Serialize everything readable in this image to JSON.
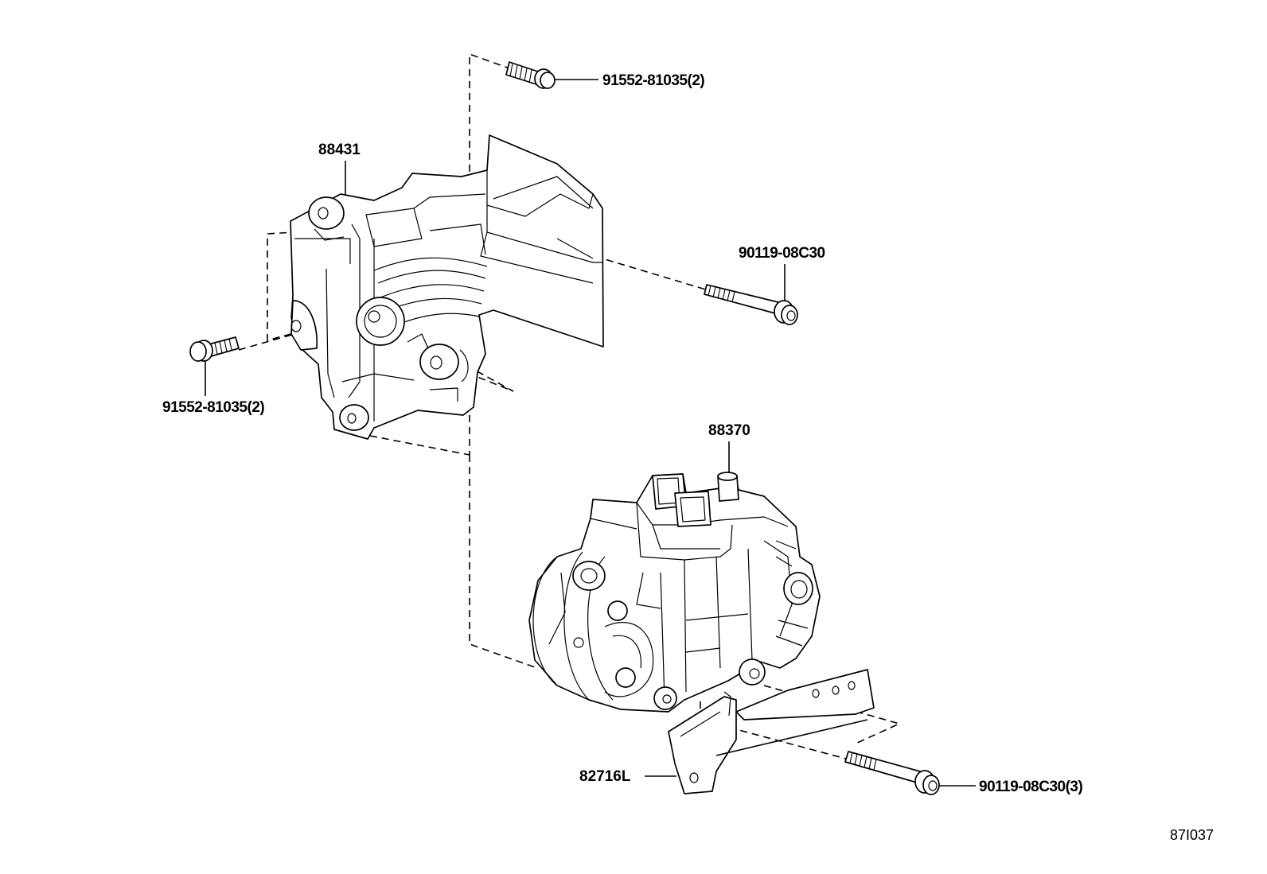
{
  "callouts": {
    "bolt_top": "91552-81035(2)",
    "bracket": "88431",
    "bolt_right": "90119-08C30",
    "bolt_left": "91552-81035(2)",
    "compressor": "88370",
    "bracket_lower": "82716L",
    "bolt_bottom": "90119-08C30(3)"
  },
  "reference_code": "87I037"
}
